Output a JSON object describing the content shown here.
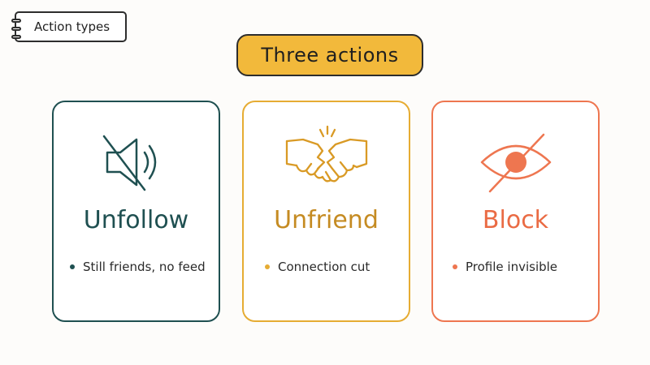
{
  "tag": {
    "label": "Action types"
  },
  "headline": {
    "text": "Three actions"
  },
  "cards": [
    {
      "title": "Unfollow",
      "bullet": "Still friends, no feed",
      "icon": "muted-speaker-icon",
      "color": "#1f5051"
    },
    {
      "title": "Unfriend",
      "bullet": "Connection cut",
      "icon": "broken-handshake-icon",
      "color": "#e6ac33"
    },
    {
      "title": "Block",
      "bullet": "Profile invisible",
      "icon": "eye-off-icon",
      "color": "#ee7650"
    }
  ],
  "colors": {
    "headline_fill": "#f2b93b",
    "background": "#fdfcfa"
  }
}
